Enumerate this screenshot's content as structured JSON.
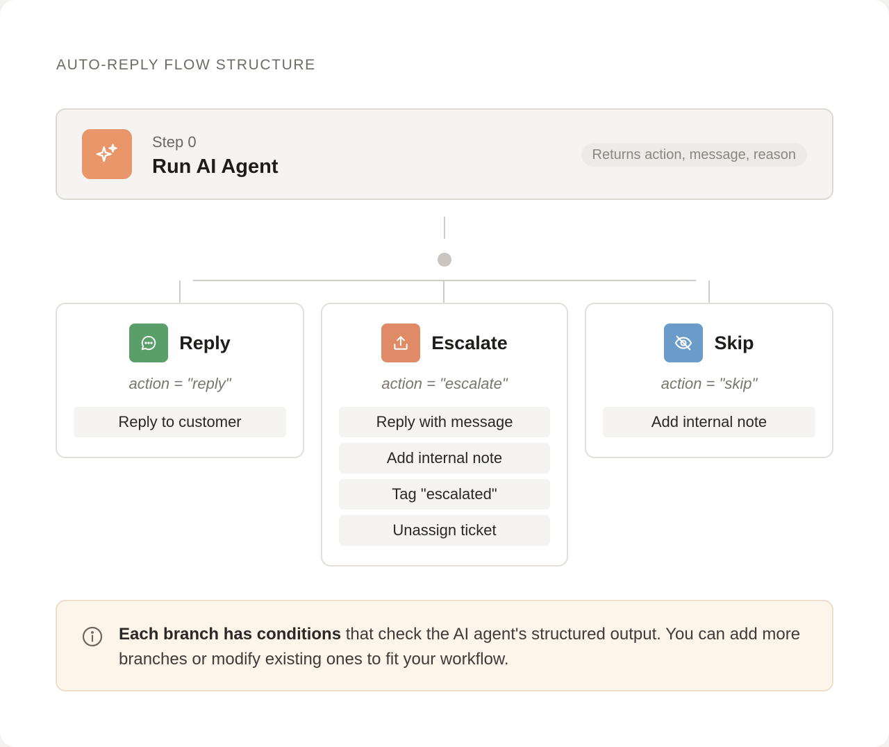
{
  "section_title": "AUTO-REPLY FLOW STRUCTURE",
  "step": {
    "sub": "Step 0",
    "name": "Run AI Agent",
    "returns": "Returns action, message, reason",
    "icon": "sparkles-icon",
    "icon_color": "#e9976a"
  },
  "branches": [
    {
      "name": "Reply",
      "condition": "action = \"reply\"",
      "icon": "chat-bubble-icon",
      "icon_color": "#5a9e6a",
      "actions": [
        "Reply to customer"
      ]
    },
    {
      "name": "Escalate",
      "condition": "action = \"escalate\"",
      "icon": "upload-icon",
      "icon_color": "#df8b68",
      "actions": [
        "Reply with message",
        "Add internal note",
        "Tag \"escalated\"",
        "Unassign ticket"
      ]
    },
    {
      "name": "Skip",
      "condition": "action = \"skip\"",
      "icon": "eye-off-icon",
      "icon_color": "#6a9bc9",
      "actions": [
        "Add internal note"
      ]
    }
  ],
  "info": {
    "icon": "info-icon",
    "bold": "Each branch has conditions",
    "text": " that check the AI agent's structured output. You can add more branches or modify existing ones to fit your workflow."
  }
}
